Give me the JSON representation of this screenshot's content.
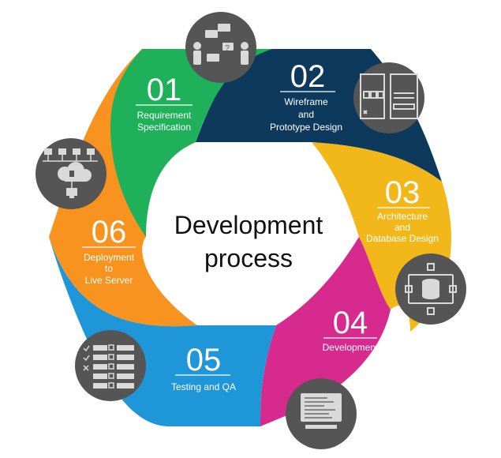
{
  "center": {
    "line1": "Development",
    "line2": "process"
  },
  "steps": [
    {
      "number": "01",
      "label": [
        "Requirement",
        "Specification"
      ],
      "color": "#1fb15a",
      "icon": "people-discussion-icon"
    },
    {
      "number": "02",
      "label": [
        "Wireframe",
        "and",
        "Prototype Design"
      ],
      "color": "#0d3a5c",
      "icon": "wireframe-icon"
    },
    {
      "number": "03",
      "label": [
        "Architecture",
        "and",
        "Database Design"
      ],
      "color": "#f2b81a",
      "icon": "database-architecture-icon"
    },
    {
      "number": "04",
      "label": [
        "Development"
      ],
      "color": "#d62a8f",
      "icon": "code-computer-icon"
    },
    {
      "number": "05",
      "label": [
        "Testing and QA"
      ],
      "color": "#1e96d8",
      "icon": "test-checklist-icon"
    },
    {
      "number": "06",
      "label": [
        "Deployment",
        "to",
        "Live Server"
      ],
      "color": "#f7931e",
      "icon": "cloud-server-icon"
    }
  ],
  "colors": {
    "icon_circle": "#555555",
    "icon_glyph": "#d9d9d9"
  }
}
